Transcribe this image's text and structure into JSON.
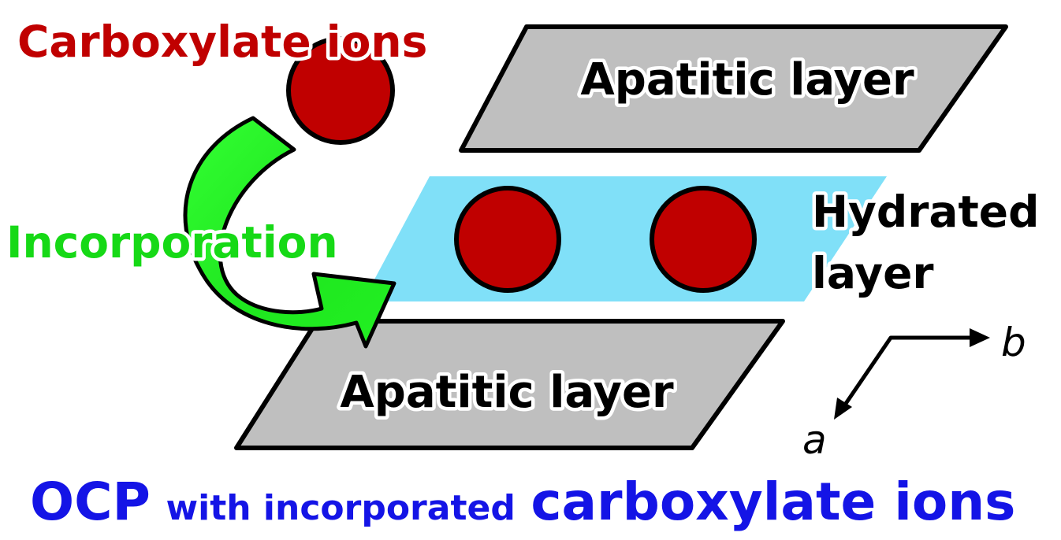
{
  "labels": {
    "carboxylate_ions": "Carboxylate ions",
    "incorporation": "Incorporation",
    "apatitic_layer_top": "Apatitic layer",
    "apatitic_layer_bottom": "Apatitic layer",
    "hydrated_line1": "Hydrated",
    "hydrated_line2": "layer",
    "axis_b": "b",
    "axis_a": "a"
  },
  "caption": {
    "part1": "OCP",
    "part2": "with incorporated",
    "part3": "carboxylate ions"
  },
  "colors": {
    "ion_red": "#c00000",
    "carboxylate_text": "#c00000",
    "incorporation_green": "#16d916",
    "arrow_green_light": "#44ff44",
    "arrow_green_dark": "#00c000",
    "apatitic_gray": "#bfbfbf",
    "hydrated_cyan": "#80e0f8",
    "caption_blue": "#1414e6"
  }
}
